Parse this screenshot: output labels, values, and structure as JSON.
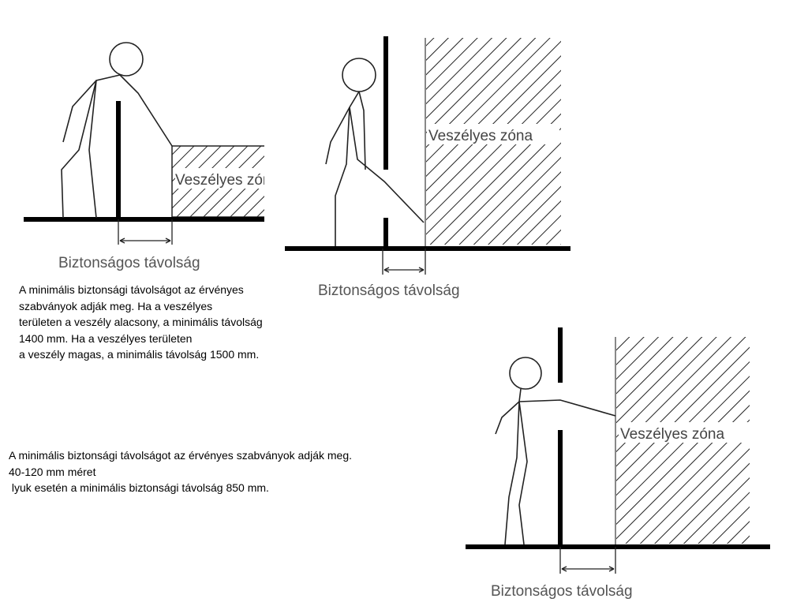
{
  "figures": [
    {
      "zone_label": "Veszélyes zóna",
      "distance_label": "Biztonságos távolság"
    },
    {
      "zone_label": "Veszélyes zóna",
      "distance_label": "Biztonságos távolság"
    },
    {
      "zone_label": "Veszélyes zóna",
      "distance_label": "Biztonságos távolság"
    }
  ],
  "texts": {
    "first": [
      "A minimális biztonsági távolságot az érvényes",
      "szabványok adják meg. Ha a veszélyes",
      "területen a veszély alacsony, a minimális távolság",
      "1400 mm. Ha a veszélyes területen",
      "a veszély magas, a minimális távolság 1500 mm."
    ],
    "second": [
      "A minimális biztonsági távolságot az érvényes szabványok adják meg.",
      "40-120 mm méret",
      " lyuk esetén a minimális biztonsági távolság 850 mm."
    ]
  }
}
